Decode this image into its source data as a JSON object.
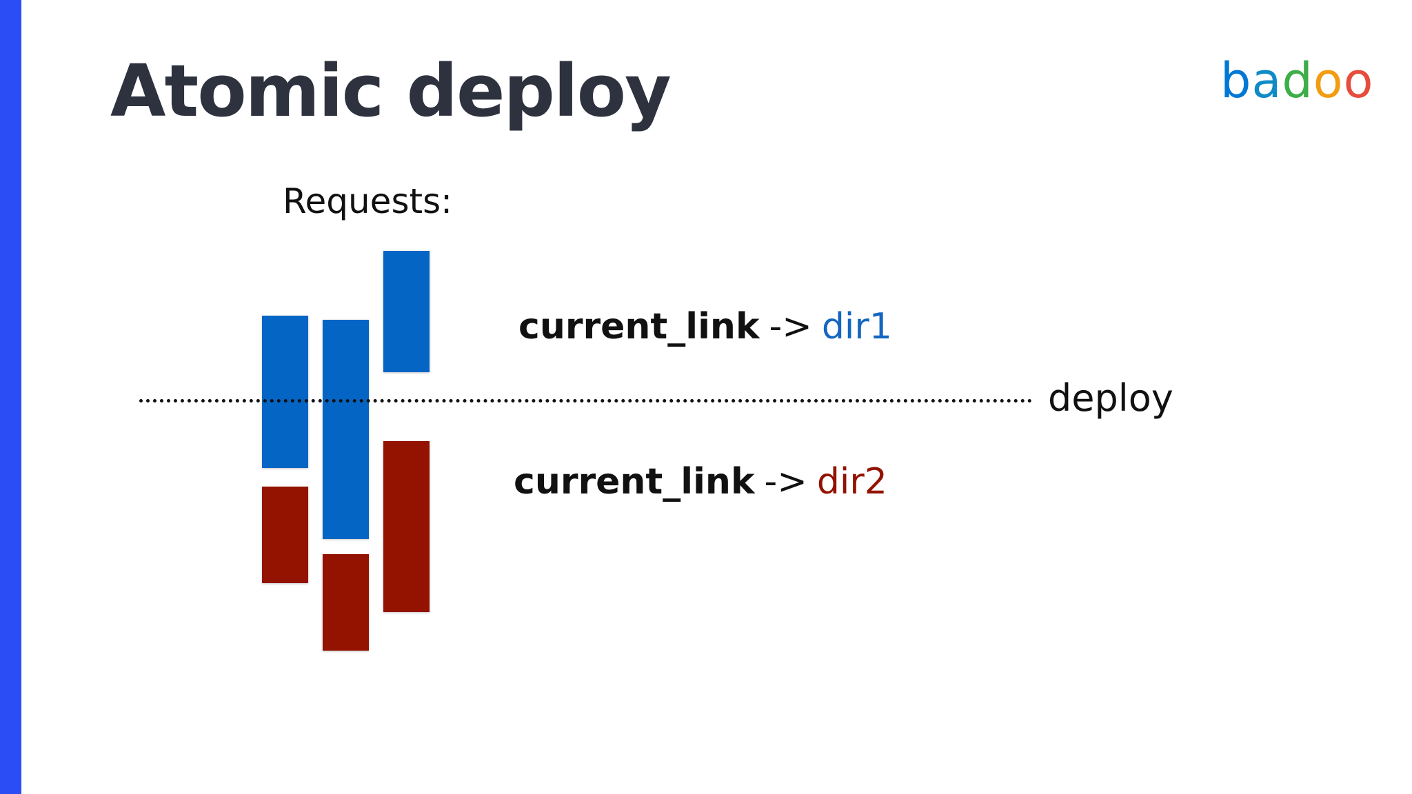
{
  "slide": {
    "title": "Atomic deploy",
    "requests_label": "Requests:",
    "deploy_label": "deploy",
    "accent_color": "#2A4DF5"
  },
  "logo": {
    "letters": [
      "b",
      "a",
      "d",
      "o",
      "o"
    ],
    "colors": [
      "#0078D4",
      "#0F8BC6",
      "#3DAE49",
      "#F39C12",
      "#E74C3C"
    ]
  },
  "links": {
    "before": {
      "name": "current_link",
      "arrow": "->",
      "target": "dir1",
      "target_color": "#1466C0"
    },
    "after": {
      "name": "current_link",
      "arrow": "->",
      "target": "dir2",
      "target_color": "#931200"
    }
  },
  "requests": {
    "colors": {
      "dir1": "#0565C5",
      "dir2": "#931200"
    },
    "columns": [
      {
        "segments": [
          "dir1",
          "dir2"
        ]
      },
      {
        "segments": [
          "dir1",
          "dir2"
        ]
      },
      {
        "segments": [
          "dir1",
          "dir2"
        ]
      }
    ]
  }
}
